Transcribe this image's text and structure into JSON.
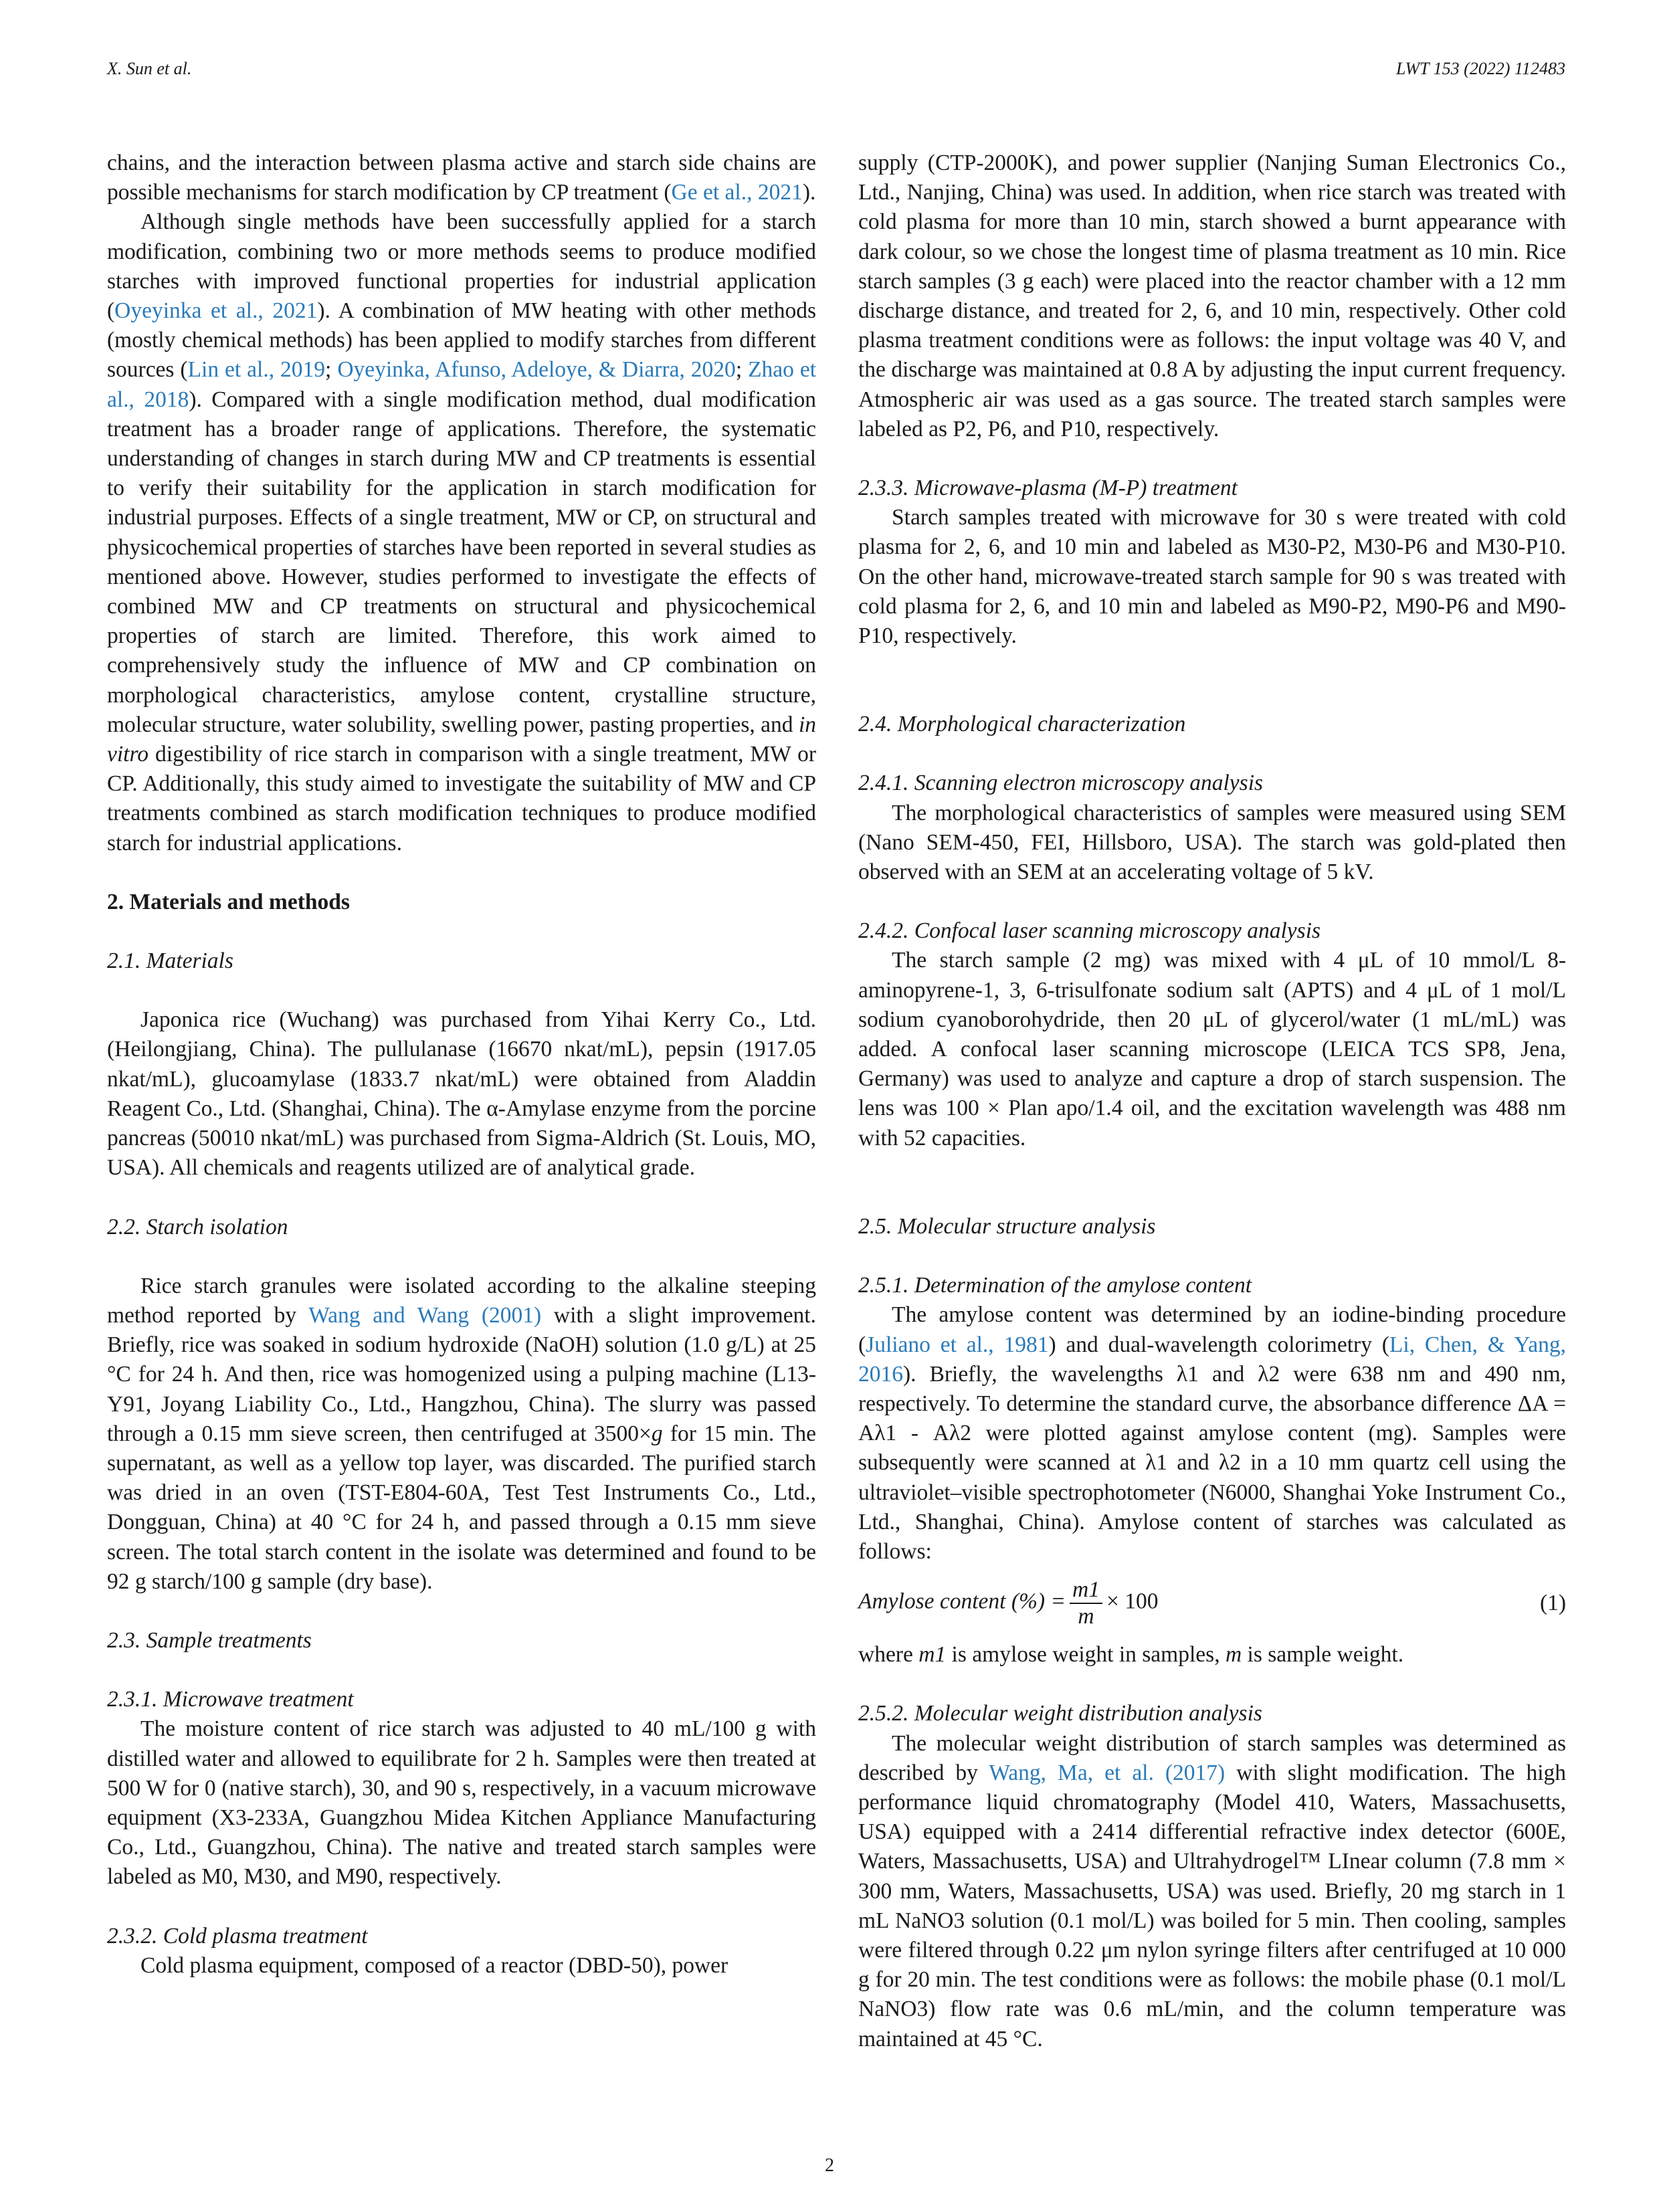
{
  "header": {
    "authors": "X. Sun et al.",
    "journal": "LWT 153 (2022) 112483"
  },
  "left": {
    "p1a": "chains, and the interaction between plasma active and starch side chains are possible mechanisms for starch modification by CP treatment (",
    "p1_link": "Ge et al., 2021",
    "p1b": ").",
    "p2a": "Although single methods have been successfully applied for a starch modification, combining two or more methods seems to produce modified starches with improved functional properties for industrial application (",
    "p2_link1": "Oyeyinka et al., 2021",
    "p2b": "). A combination of MW heating with other methods (mostly chemical methods) has been applied to modify starches from different sources (",
    "p2_link2": "Lin et al., 2019",
    "p2_sep1": "; ",
    "p2_link3": "Oyeyinka, Afunso, Adeloye, & Diarra, 2020",
    "p2_sep2": "; ",
    "p2_link4": "Zhao et al., 2018",
    "p2c": "). Compared with a single modification method, dual modification treatment has a broader range of applications. Therefore, the systematic understanding of changes in starch during MW and CP treatments is essential to verify their suitability for the application in starch modification for industrial purposes. Effects of a single treatment, MW or CP, on structural and physicochemical properties of starches have been reported in several studies as mentioned above. However, studies performed to investigate the effects of combined MW and CP treatments on structural and physicochemical properties of starch are limited. Therefore, this work aimed to comprehensively study the influence of MW and CP combination on morphological characteristics, amylose content, crystalline structure, molecular structure, water solubility, swelling power, pasting properties, and ",
    "p2_italic": "in vitro",
    "p2d": " digestibility of rice starch in comparison with a single treatment, MW or CP. Additionally, this study aimed to investigate the suitability of MW and CP treatments combined as starch modification techniques to produce modified starch for industrial applications.",
    "h_methods": "2.  Materials and methods",
    "h_materials": "2.1.  Materials",
    "p_materials": "Japonica rice (Wuchang) was purchased from Yihai Kerry Co., Ltd. (Heilongjiang, China). The pullulanase (16670 nkat/mL), pepsin (1917.05 nkat/mL), glucoamylase (1833.7 nkat/mL) were obtained from Aladdin Reagent Co., Ltd. (Shanghai, China). The α-Amylase enzyme from the porcine pancreas (50010 nkat/mL) was purchased from Sigma-Aldrich (St. Louis, MO, USA). All chemicals and reagents utilized are of analytical grade.",
    "h_isolation": "2.2.  Starch isolation",
    "p_iso_a": "Rice starch granules were isolated according to the alkaline steeping method reported by ",
    "p_iso_link": "Wang and Wang (2001)",
    "p_iso_b": " with a slight improvement. Briefly, rice was soaked in sodium hydroxide (NaOH) solution (1.0 g/L) at 25 °C for 24 h. And then, rice was homogenized using a pulping machine (L13-Y91, Joyang Liability Co., Ltd., Hangzhou, China). The slurry was passed through a 0.15 mm sieve screen, then centrifuged at 3500×",
    "p_iso_g": "g",
    "p_iso_c": " for 15 min. The supernatant, as well as a yellow top layer, was discarded. The purified starch was dried in an oven (TST-E804-60A, Test Test Instruments Co., Ltd., Dongguan, China) at 40 °C for 24 h, and passed through a 0.15 mm sieve screen. The total starch content in the isolate was determined and found to be 92 g starch/100 g sample (dry base).",
    "h_treatments": "2.3.  Sample treatments",
    "h_microwave": "2.3.1.  Microwave treatment",
    "p_microwave": "The moisture content of rice starch was adjusted to 40 mL/100 g with distilled water and allowed to equilibrate for 2 h. Samples were then treated at 500 W for 0 (native starch), 30, and 90 s, respectively, in a vacuum microwave equipment (X3-233A, Guangzhou Midea Kitchen Appliance Manufacturing Co., Ltd., Guangzhou, China). The native and treated starch samples were labeled as M0, M30, and M90, respectively.",
    "h_plasma": "2.3.2.  Cold plasma treatment",
    "p_plasma_a": "Cold plasma equipment, composed of a reactor (DBD-50), power"
  },
  "right": {
    "p_plasma_b": "supply (CTP-2000K), and power supplier (Nanjing Suman Electronics Co., Ltd., Nanjing, China) was used. In addition, when rice starch was treated with cold plasma for more than 10 min, starch showed a burnt appearance with dark colour, so we chose the longest time of plasma treatment as 10 min. Rice starch samples (3 g each) were placed into the reactor chamber with a 12 mm discharge distance, and treated for 2, 6, and 10 min, respectively. Other cold plasma treatment conditions were as follows: the input voltage was 40 V, and the discharge was maintained at 0.8 A by adjusting the input current frequency. Atmospheric air was used as a gas source. The treated starch samples were labeled as P2, P6, and P10, respectively.",
    "h_mp": "2.3.3.  Microwave-plasma (M-P) treatment",
    "p_mp": "Starch samples treated with microwave for 30 s were treated with cold plasma for 2, 6, and 10 min and labeled as M30-P2, M30-P6 and M30-P10. On the other hand, microwave-treated starch sample for 90 s was treated with cold plasma for 2, 6, and 10 min and labeled as M90-P2, M90-P6 and M90-P10, respectively.",
    "h_morph": "2.4.  Morphological characterization",
    "h_sem": "2.4.1.  Scanning electron microscopy analysis",
    "p_sem": "The morphological characteristics of samples were measured using SEM (Nano SEM-450, FEI, Hillsboro, USA). The starch was gold-plated then observed with an SEM at an accelerating voltage of 5 kV.",
    "h_clsm": "2.4.2.  Confocal laser scanning microscopy analysis",
    "p_clsm": "The starch sample (2 mg) was mixed with 4 μL of 10 mmol/L 8-aminopyrene-1, 3, 6-trisulfonate sodium salt (APTS) and 4 μL of 1 mol/L sodium cyanoborohydride, then 20 μL of glycerol/water (1 mL/mL) was added. A confocal laser scanning microscope (LEICA TCS SP8, Jena, Germany) was used to analyze and capture a drop of starch suspension. The lens was 100 × Plan apo/1.4 oil, and the excitation wavelength was 488 nm with 52 capacities.",
    "h_molecular": "2.5.  Molecular structure analysis",
    "h_amylose": "2.5.1.  Determination of the amylose content",
    "p_am_a": "The amylose content was determined by an iodine-binding procedure (",
    "p_am_link1": "Juliano et al., 1981",
    "p_am_b": ") and dual-wavelength colorimetry (",
    "p_am_link2": "Li, Chen, & Yang, 2016",
    "p_am_c": "). Briefly, the wavelengths λ1 and λ2 were 638 nm and 490 nm, respectively. To determine the standard curve, the absorbance difference ΔA = Aλ1 - Aλ2 were plotted against amylose content (mg). Samples were subsequently were scanned at λ1 and λ2 in a 10 mm quartz cell using the ultraviolet–visible spectrophotometer (N6000, Shanghai Yoke Instrument Co., Ltd., Shanghai, China). Amylose content of starches was calculated as follows:",
    "eq_lhs": "Amylose content (%) =",
    "eq_num": "m1",
    "eq_den": "m",
    "eq_rhs": "× 100",
    "eq_no": "(1)",
    "p_where_a": "where ",
    "p_where_m1": "m1",
    "p_where_b": " is amylose weight in samples, ",
    "p_where_m": "m",
    "p_where_c": " is sample weight.",
    "h_mw": "2.5.2.  Molecular weight distribution analysis",
    "p_mw_a": "The molecular weight distribution of starch samples was determined as described by ",
    "p_mw_link": "Wang, Ma, et al. (2017)",
    "p_mw_b": " with slight modification. The high performance liquid chromatography (Model 410, Waters, Massachusetts, USA) equipped with a 2414 differential refractive index detector (600E, Waters, Massachusetts, USA) and Ultrahydrogel™ LInear column (7.8 mm × 300 mm, Waters, Massachusetts, USA) was used. Briefly, 20 mg starch in 1 mL NaNO3 solution (0.1 mol/L) was boiled for 5 min. Then cooling, samples were filtered through 0.22 μm nylon syringe filters after centrifuged at 10 000 g for 20 min. The test conditions were as follows: the mobile phase (0.1 mol/L NaNO3) flow rate was 0.6 mL/min, and the column temperature was maintained at 45 °C."
  },
  "page_number": "2"
}
